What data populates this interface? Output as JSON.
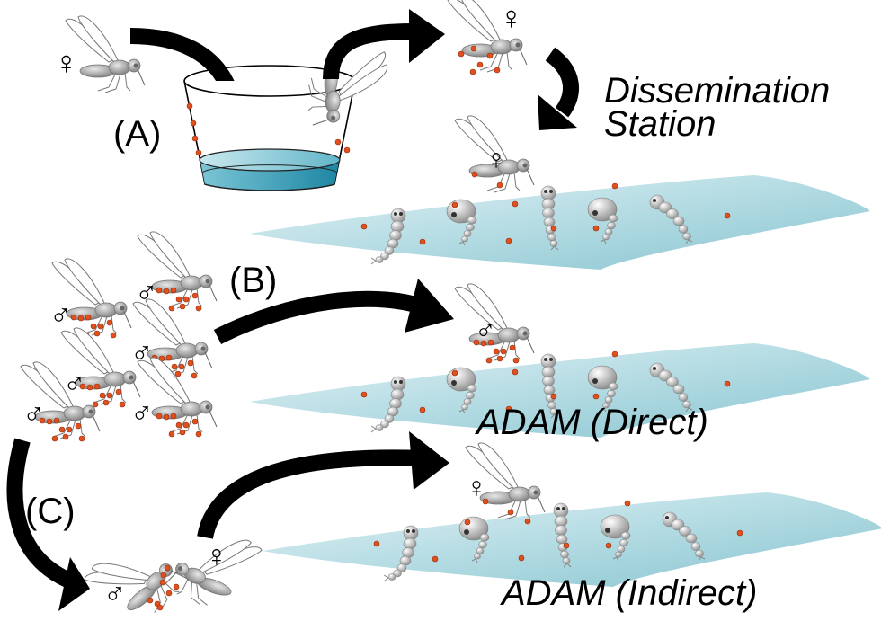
{
  "figure": {
    "steps": [
      {
        "id": "A",
        "label": "(A)"
      },
      {
        "id": "B",
        "label": "(B)"
      },
      {
        "id": "C",
        "label": "(C)"
      }
    ],
    "stations": [
      {
        "id": "dissemination",
        "title_line1": "Dissemination",
        "title_line2": "Station",
        "mosquito_sex": "female"
      },
      {
        "id": "direct",
        "title": "ADAM (Direct)",
        "mosquito_sex": "male"
      },
      {
        "id": "indirect",
        "title": "ADAM (Indirect)",
        "mosquito_sex": "female"
      }
    ],
    "symbols": {
      "female": "♀",
      "male": "♂"
    },
    "colors": {
      "water_light": "#cfe9ef",
      "water_dark": "#8fc9d4",
      "cup_water_light": "#bfe3ea",
      "cup_water_dark": "#2e93ad",
      "particle": "#e0501e",
      "insect_body": "#a9a9a9",
      "arrow": "#000000"
    },
    "icons": [
      "female-symbol-icon",
      "male-symbol-icon",
      "mosquito-icon",
      "larva-icon",
      "pupa-icon",
      "cup-icon",
      "arrow-icon"
    ]
  }
}
